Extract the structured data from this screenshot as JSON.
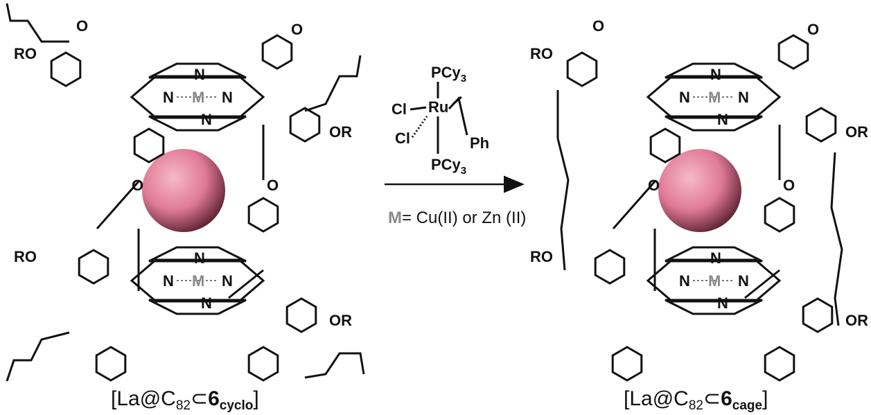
{
  "colors": {
    "fullerene": "#e07a96",
    "bond": "#111111",
    "metal": "#8a8a8a"
  },
  "labels": {
    "ro": "RO",
    "or": "OR",
    "n": "N",
    "m": "M",
    "o": "O"
  },
  "catalyst": {
    "pcy3_top": "PCy",
    "pcy3_bottom": "PCy",
    "sub3": "3",
    "cl1": "Cl",
    "cl2": "Cl",
    "ru": "Ru",
    "ph": "Ph"
  },
  "conditions": {
    "m": "M",
    "text": "= Cu(II) or Zn (II)"
  },
  "captions": {
    "left": {
      "prefix": "[La@C",
      "sub82": "82",
      "subset": "⊂",
      "bold": "6",
      "subscript": "cyclo",
      "suffix": "]"
    },
    "right": {
      "prefix": "[La@C",
      "sub82": "82",
      "subset": "⊂",
      "bold": "6",
      "subscript": "cage",
      "suffix": "]"
    }
  }
}
